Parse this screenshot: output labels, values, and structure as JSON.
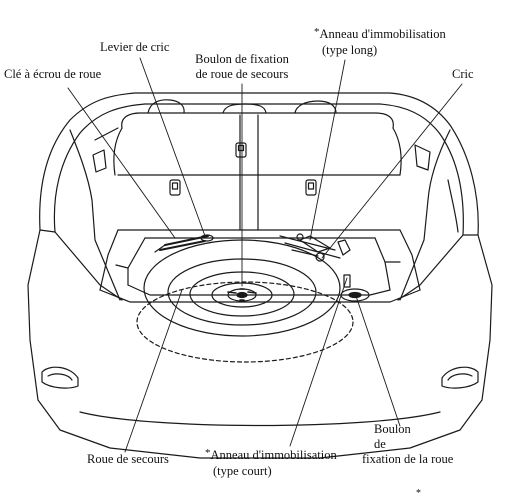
{
  "labels": {
    "levier_cric": "Levier de cric",
    "cle_ecrou": "Clé à écrou de roue",
    "boulon_secours_line1": "Boulon de fixation",
    "boulon_secours_line2": "de roue de secours",
    "anneau_long_marker": "*",
    "anneau_long_line1": "Anneau d'immobilisation",
    "anneau_long_line2": "(type long)",
    "cric": "Cric",
    "roue_secours": "Roue de secours",
    "anneau_court_marker": "*",
    "anneau_court_line1": "Anneau d'immobilisation",
    "anneau_court_line2": "(type court)",
    "boulon_roue_line1": "Boulon",
    "boulon_roue_line2": "de",
    "boulon_roue_line3": "fixation de la roue",
    "footer_marker": "*"
  },
  "colors": {
    "line": "#1a1a1a",
    "background": "#ffffff"
  }
}
